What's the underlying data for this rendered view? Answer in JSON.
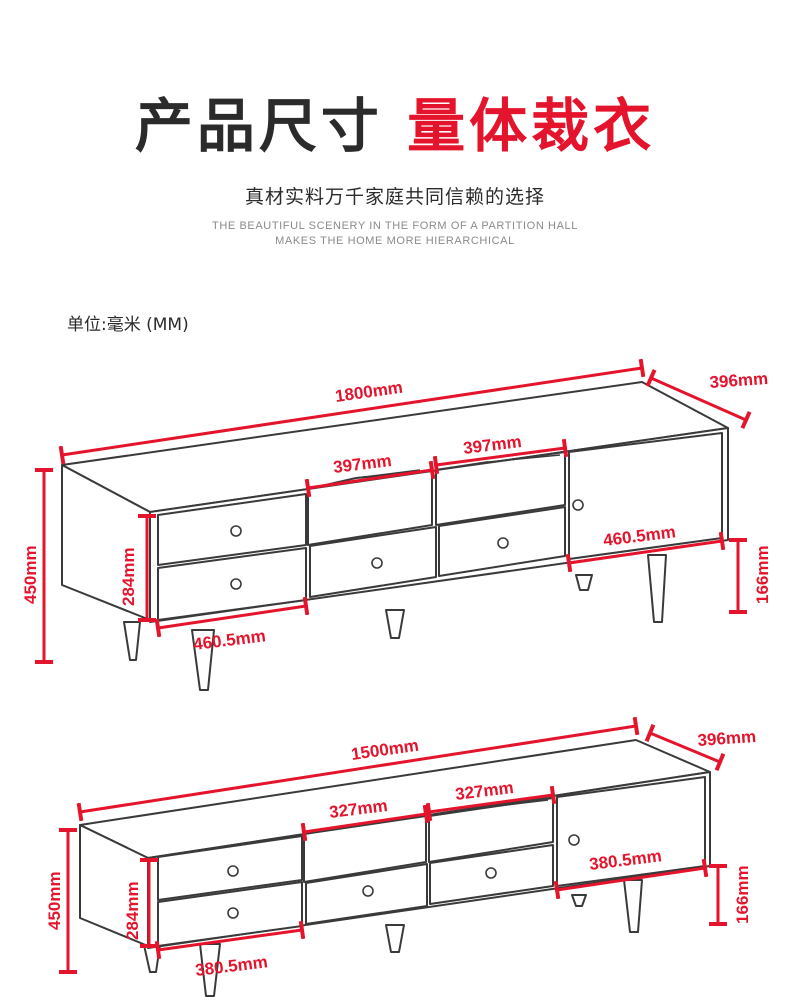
{
  "header": {
    "title_dark": "产品尺寸",
    "title_red": "量体裁衣",
    "subtitle": "真材实料万千家庭共同信赖的选择",
    "english_line1": "THE BEAUTIFUL SCENERY IN THE FORM OF A PARTITION HALL",
    "english_line2": "MAKES THE HOME MORE HIERARCHICAL"
  },
  "unit_label": "单位:毫米 (MM)",
  "colors": {
    "accent": "#e5142d",
    "outline": "#3a3a3a",
    "text": "#2b2b2b"
  },
  "cabinets": [
    {
      "length": "1800mm",
      "depth": "396mm",
      "height": "450mm",
      "drawer_height": "284mm",
      "shelf_width_a": "397mm",
      "shelf_width_b": "397mm",
      "drawer_width": "460.5mm",
      "door_width": "460.5mm",
      "leg_height": "166mm"
    },
    {
      "length": "1500mm",
      "depth": "396mm",
      "height": "450mm",
      "drawer_height": "284mm",
      "shelf_width_a": "327mm",
      "shelf_width_b": "327mm",
      "drawer_width": "380.5mm",
      "door_width": "380.5mm",
      "leg_height": "166mm"
    }
  ]
}
